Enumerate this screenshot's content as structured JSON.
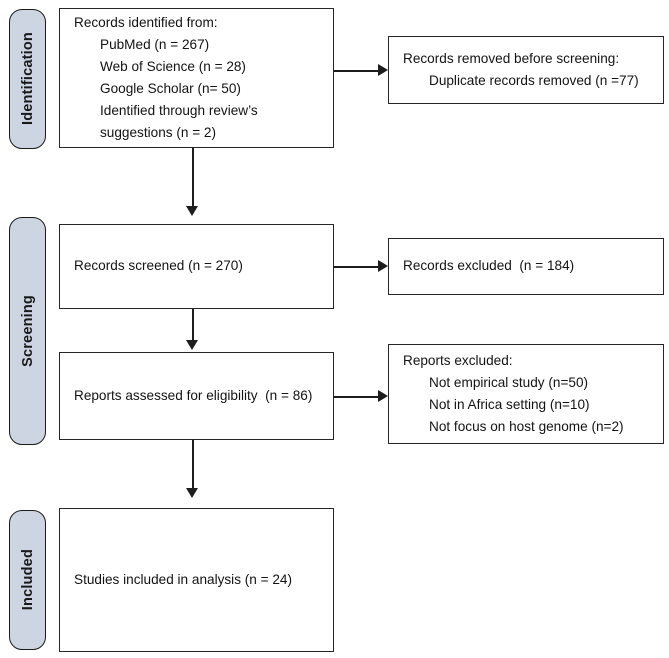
{
  "diagram": {
    "type": "prisma-flow-diagram",
    "accent_fill": "#ccd5e1",
    "border_color": "#262626",
    "stages": [
      {
        "id": "identification",
        "label": "Identification"
      },
      {
        "id": "screening",
        "label": "Screening"
      },
      {
        "id": "included",
        "label": "Included"
      }
    ],
    "boxes": {
      "identified": {
        "lines": [
          "Records identified from:",
          "PubMed (n = 267)",
          "Web of Science (n = 28)",
          "Google Scholar (n= 50)",
          "Identified through review’s",
          "suggestions (n = 2)"
        ]
      },
      "removed": {
        "lines": [
          "Records removed before screening:",
          "Duplicate records removed (n =77)"
        ]
      },
      "screened": {
        "lines": [
          "Records screened (n = 270)"
        ]
      },
      "excluded_records": {
        "lines": [
          "Records excluded  (n = 184)"
        ]
      },
      "eligibility": {
        "lines": [
          "Reports assessed for eligibility  (n = 86)"
        ]
      },
      "excluded_reports": {
        "lines": [
          "Reports excluded:",
          "Not empirical study (n=50)",
          "Not in Africa setting (n=10)",
          "Not focus on host genome (n=2)"
        ]
      },
      "included_studies": {
        "lines": [
          "Studies included in analysis (n = 24)"
        ]
      }
    }
  }
}
